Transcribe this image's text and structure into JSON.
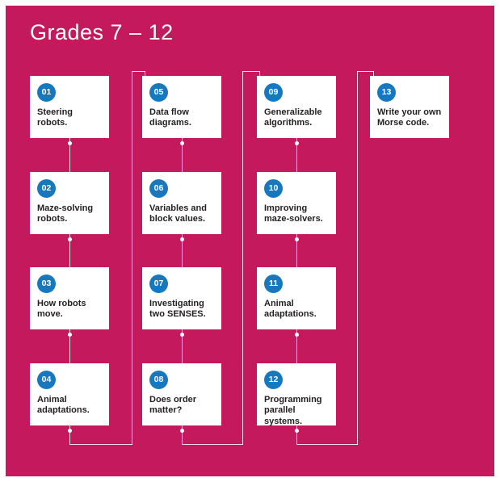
{
  "title": "Grades 7 – 12",
  "colors": {
    "background": "#c5195d",
    "badge_blue": "#1778be",
    "card_bg": "#ffffff",
    "card_text": "#231f20",
    "connector": "#ffffff"
  },
  "cards": [
    {
      "number": "01",
      "label": "Steering robots."
    },
    {
      "number": "02",
      "label": "Maze-solving robots."
    },
    {
      "number": "03",
      "label": "How robots move."
    },
    {
      "number": "04",
      "label": "Animal adaptations."
    },
    {
      "number": "05",
      "label": "Data flow diagrams."
    },
    {
      "number": "06",
      "label": "Variables and block values."
    },
    {
      "number": "07",
      "label": "Investigating two SENSES."
    },
    {
      "number": "08",
      "label": "Does order matter?"
    },
    {
      "number": "09",
      "label": "Generalizable algorithms."
    },
    {
      "number": "10",
      "label": "Improving maze-solvers."
    },
    {
      "number": "11",
      "label": "Animal adaptations."
    },
    {
      "number": "12",
      "label": "Programming parallel systems."
    },
    {
      "number": "13",
      "label": "Write your own Morse code."
    }
  ]
}
